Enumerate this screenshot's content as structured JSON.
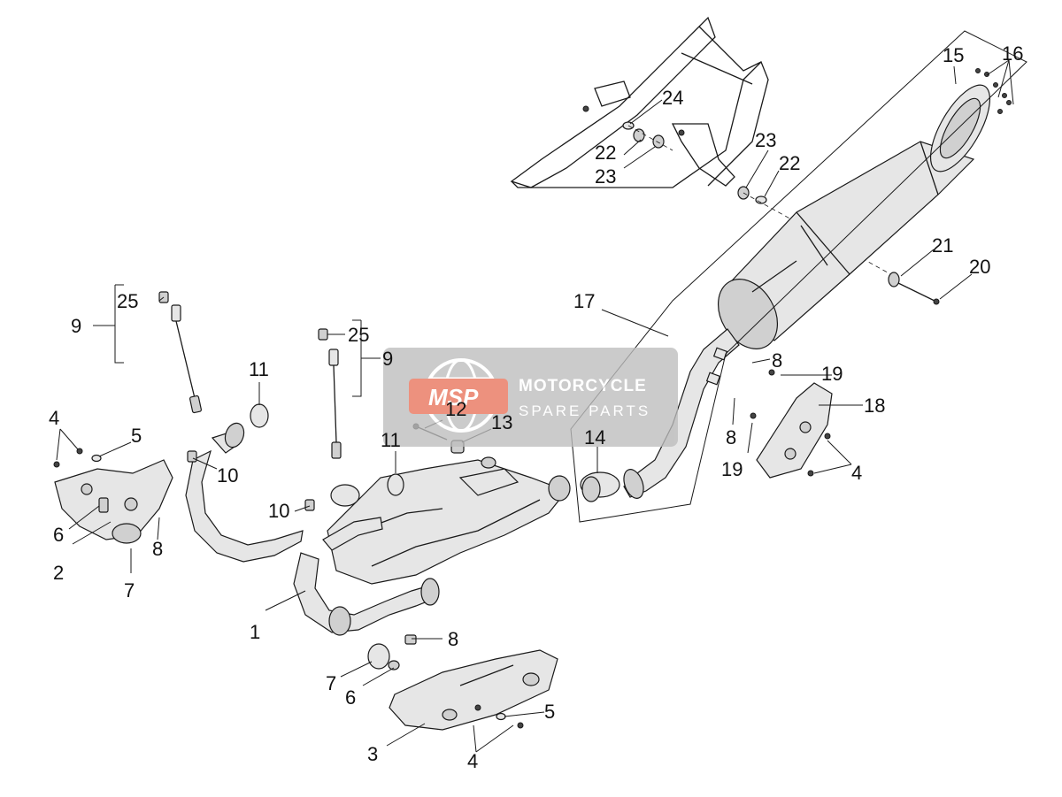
{
  "watermark": {
    "logo": "MSP",
    "title": "MOTORCYCLE",
    "subtitle": "SPARE PARTS",
    "accent_color": "#e8735a",
    "panel_color": "#bdbdbd"
  },
  "callouts": {
    "c1": "1",
    "c2": "2",
    "c3": "3",
    "c4a": "4",
    "c4b": "4",
    "c4c": "4",
    "c5a": "5",
    "c5b": "5",
    "c6a": "6",
    "c6b": "6",
    "c7a": "7",
    "c7b": "7",
    "c8a": "8",
    "c8b": "8",
    "c8c": "8",
    "c8d": "8",
    "c9a": "9",
    "c9b": "9",
    "c10a": "10",
    "c10b": "10",
    "c11a": "11",
    "c11b": "11",
    "c12": "12",
    "c13": "13",
    "c14": "14",
    "c15": "15",
    "c16": "16",
    "c17": "17",
    "c18": "18",
    "c19a": "19",
    "c19b": "19",
    "c20": "20",
    "c21": "21",
    "c22a": "22",
    "c22b": "22",
    "c23a": "23",
    "c23b": "23",
    "c24": "24",
    "c25a": "25",
    "c25b": "25"
  }
}
